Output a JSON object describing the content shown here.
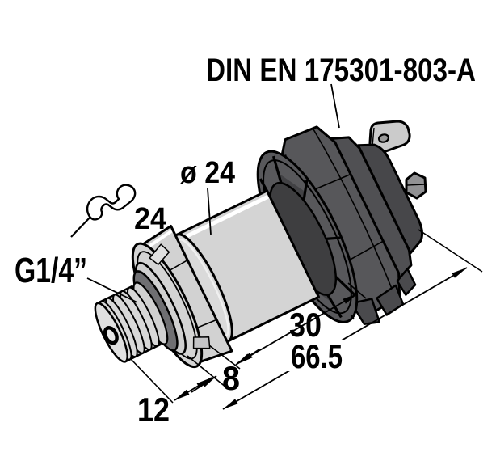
{
  "drawing": {
    "connector_standard_label": "DIN EN 175301-803-A",
    "body_diameter_label": "ø 24",
    "wrench_size_label": "24",
    "process_connection_label": "G1/4”",
    "dim_body_length": "30",
    "dim_total_length": "66.5",
    "dim_hex_length": "8",
    "dim_thread_length": "12"
  },
  "colors": {
    "background": "#ffffff",
    "outline": "#000000",
    "metal_light": "#d4d4d4",
    "metal_face": "#e0e0e0",
    "seal_dark": "#6f6f72",
    "connector_housing": "#57575a",
    "connector_shadow": "#47474a",
    "terminal_gray": "#cbcbcb"
  }
}
